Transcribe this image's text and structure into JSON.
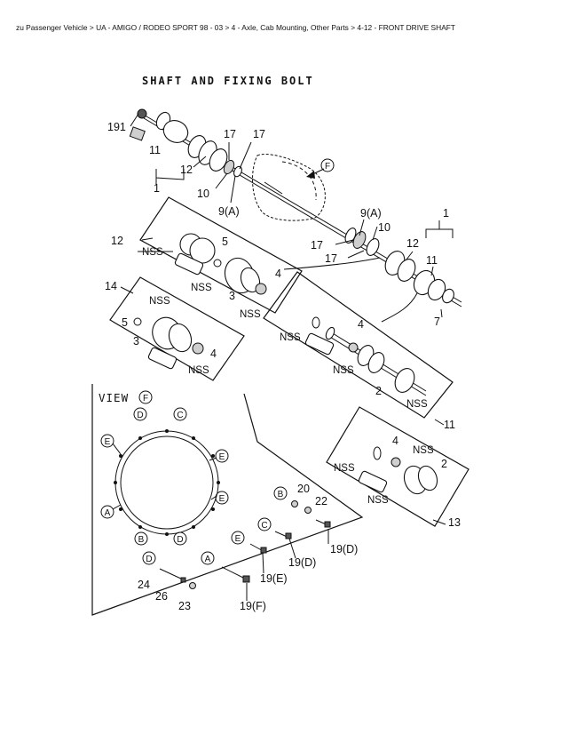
{
  "header": {
    "scan_text": "",
    "breadcrumb": "zu Passenger Vehicle > UA - AMIGO / RODEO SPORT 98 - 03 > 4 - Axle, Cab Mounting, Other Parts > 4-12 - FRONT DRIVE SHAFT"
  },
  "diagram": {
    "title": "SHAFT AND FIXING BOLT",
    "view_title": "VIEW",
    "view_letter": "F",
    "callouts": {
      "c191": "191",
      "c11a": "11",
      "c12a": "12",
      "c1a": "1",
      "c17a": "17",
      "c17b": "17",
      "c10a": "10",
      "c9a_a": "9(A)",
      "c9a_b": "9(A)",
      "c10b": "10",
      "c1b": "1",
      "c12b": "12",
      "c17c": "17",
      "c17d": "17",
      "c11b": "11",
      "c7": "7",
      "c12c": "12",
      "c14": "14",
      "c11c": "11",
      "c13": "13",
      "c5a": "5",
      "c4a": "4",
      "c3a": "3",
      "c5b": "5",
      "c3b": "3",
      "c4b": "4",
      "c4c": "4",
      "c2a": "2",
      "c4d": "4",
      "c2b": "2",
      "nss1": "NSS",
      "nss2": "NSS",
      "nss3": "NSS",
      "nss4": "NSS",
      "nss5": "NSS",
      "nss6": "NSS",
      "nss7": "NSS",
      "nss8": "NSS",
      "nss9": "NSS",
      "nss10": "NSS",
      "nss11": "NSS",
      "c20": "20",
      "c22": "22",
      "c19d_a": "19(D)",
      "c19d_b": "19(D)",
      "c19e": "19(E)",
      "c19f": "19(F)",
      "c24": "24",
      "c26": "26",
      "c23": "23"
    },
    "circle_letters": {
      "f_dir": "F",
      "d1": "D",
      "c1": "C",
      "e1": "E",
      "e2": "E",
      "e3": "E",
      "a1": "A",
      "b1": "B",
      "d2": "D",
      "b2": "B",
      "c2": "C",
      "e4": "E",
      "d3": "D",
      "a2": "A"
    }
  }
}
